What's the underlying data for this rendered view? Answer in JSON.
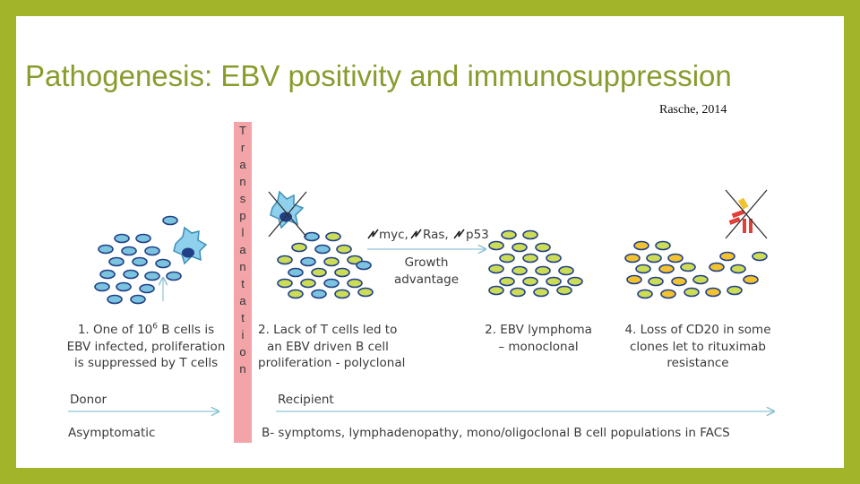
{
  "slide": {
    "title": "Pathogenesis: EBV positivity and immunosuppression",
    "citation": "Rasche, 2014"
  },
  "diagram": {
    "transplantation_letters": [
      "T",
      "r",
      "a",
      "n",
      "s",
      "p",
      "l",
      "a",
      "n",
      "t",
      "a",
      "t",
      "i",
      "o",
      "n"
    ],
    "stage1": {
      "line1_before": "1. One of 10",
      "line1_sup": "6",
      "line1_after": " B cells is",
      "line2": "EBV infected, proliferation",
      "line3": "is suppressed by T cells"
    },
    "stage2": {
      "line1": "2. Lack of T cells led to",
      "line2": "an EBV driven B cell",
      "line3": "proliferation - polyclonal"
    },
    "stage3": {
      "line1": "2. EBV lymphoma",
      "line2": "– monoclonal"
    },
    "stage4": {
      "line1": "4. Loss of CD20 in some",
      "line2": "clones let to rituximab",
      "line3": "resistance"
    },
    "mutations": {
      "myc": "myc,",
      "ras": "Ras,",
      "p53": "p53"
    },
    "growth": {
      "line1": "Growth",
      "line2": "advantage"
    },
    "donor_label": "Donor",
    "recipient_label": "Recipient",
    "asymptomatic_label": "Asymptomatic",
    "symptoms_label": "B- symptoms, lymphadenopathy, mono/oligoclonal B cell populations in FACS",
    "colors": {
      "green_bar": "#a2b52a",
      "title": "#8b9a2d",
      "transplant_bar": "#f2a4a8",
      "cell_blue": "#7cc3df",
      "cell_green": "#cddc57",
      "cell_yellow": "#f3c230",
      "tcell": "#8fd0ec",
      "antibody_red": "#e0403a"
    }
  }
}
